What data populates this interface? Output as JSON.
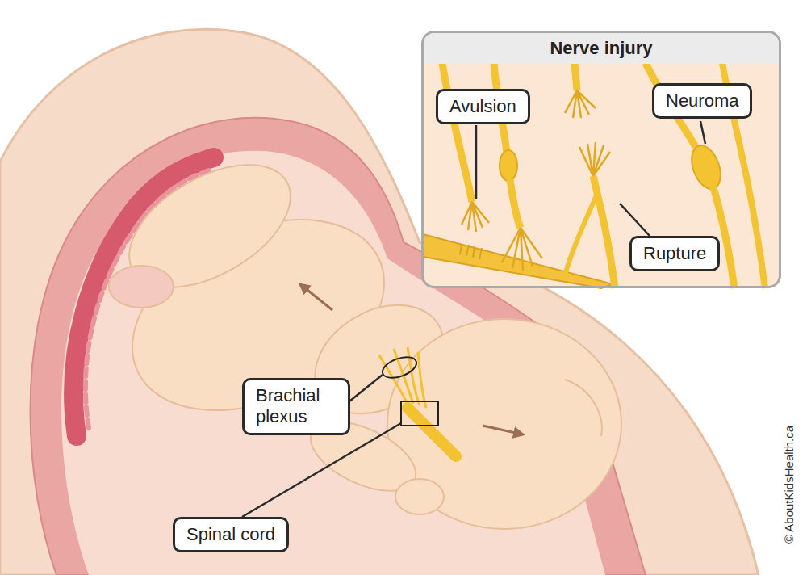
{
  "diagram": {
    "nodes": [
      {
        "text": [
          "Nerve injury"
        ]
      },
      {
        "text": [
          "Avulsion"
        ],
        "in": 0
      },
      {
        "text": [
          "Neuroma"
        ],
        "in": 0
      },
      {
        "text": [
          "Rupture"
        ],
        "in": 0
      },
      {
        "text": [
          "Brachial plexus"
        ]
      },
      {
        "text": [
          "Spinal cord"
        ]
      }
    ],
    "labels": [
      "© AboutKidsHealth.ca"
    ]
  }
}
